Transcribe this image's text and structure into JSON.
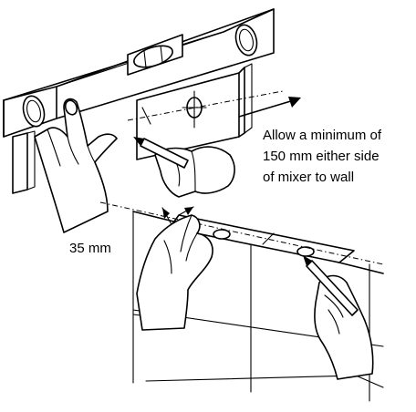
{
  "annotations": {
    "clearance_line_1": "Allow a minimum of",
    "clearance_line_2": "150 mm either side",
    "clearance_line_3": "of mixer to wall",
    "offset_label": "35 mm"
  },
  "colors": {
    "line": "#000000",
    "background": "#ffffff"
  },
  "icons": [
    "spirit-level",
    "hand",
    "pencil",
    "paper-template",
    "wall-tiles",
    "arrow"
  ]
}
